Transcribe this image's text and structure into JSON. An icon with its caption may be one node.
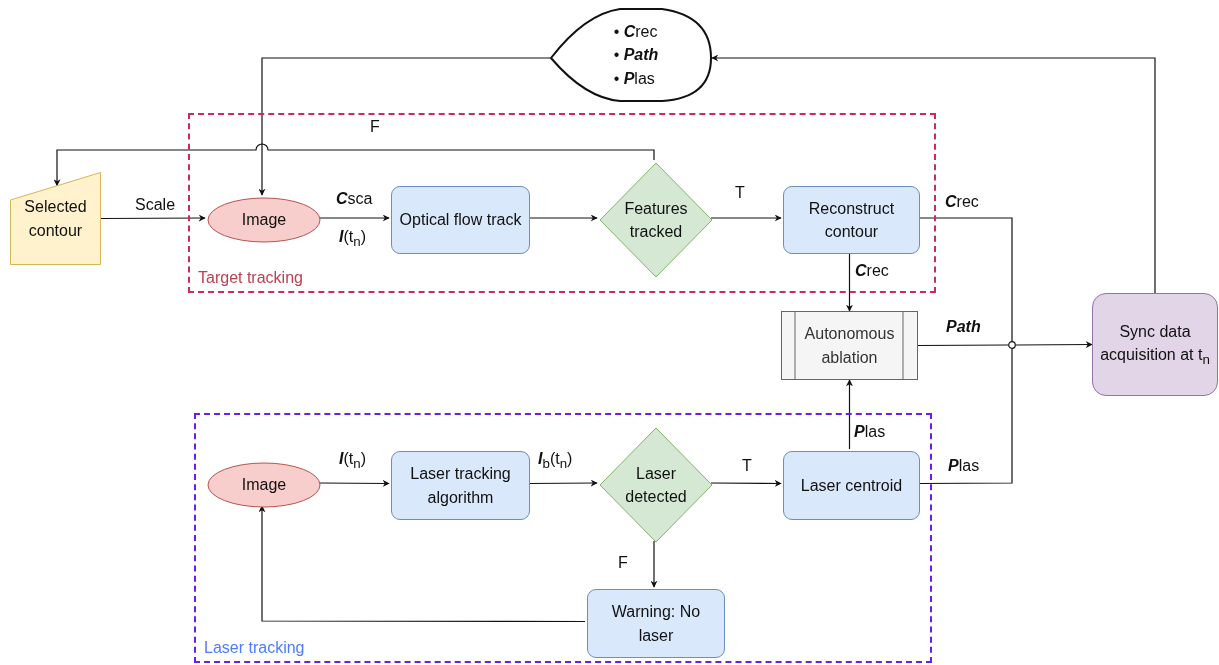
{
  "diagram": {
    "nodes": [
      {
        "text": [
          "Target tracking"
        ]
      },
      {
        "text": [
          "Laser tracking"
        ]
      },
      {
        "text": [
          "• **C**rec",
          "• **Path**",
          "• **P**las"
        ]
      },
      {
        "text": [
          "Selected contour"
        ]
      },
      {
        "text": [
          "Image"
        ],
        "in": 0
      },
      {
        "text": [
          "Optical flow track"
        ],
        "in": 0
      },
      {
        "text": [
          "Features tracked"
        ],
        "in": 0
      },
      {
        "text": [
          "Reconstruct contour"
        ],
        "in": 0
      },
      {
        "text": [
          "Autonomous ablation"
        ]
      },
      {
        "text": [
          "Sync data acquisition at t$_{n}$"
        ]
      },
      {
        "text": [
          "Image"
        ],
        "in": 1
      },
      {
        "text": [
          "Laser tracking algorithm"
        ],
        "in": 1
      },
      {
        "text": [
          "Laser detected"
        ],
        "in": 1
      },
      {
        "text": [
          "Laser centroid"
        ],
        "in": 1
      },
      {
        "text": [
          "Warning: No laser"
        ],
        "in": 1
      },
      {
        "text": [],
        "shape": "circle"
      }
    ],
    "edges": [
      {
        "from": 3,
        "to": 4,
        "arrow": "to",
        "label": "Scale"
      },
      {
        "from": 4,
        "to": 5,
        "arrow": "to",
        "label": "**C**sca"
      },
      {
        "from": 5,
        "to": 6,
        "arrow": "to"
      },
      {
        "from": 6,
        "to": 7,
        "arrow": "to",
        "label": "T"
      },
      {
        "from": 6,
        "to": 3,
        "arrow": "to",
        "label": "F"
      },
      {
        "from": 2,
        "to": 4,
        "arrow": "to"
      },
      {
        "from": 7,
        "to": 8,
        "arrow": "to",
        "label": "**C**rec"
      },
      {
        "from": 7,
        "to": 15,
        "arrow": "none",
        "label": "**C**rec"
      },
      {
        "from": 8,
        "to": 15,
        "arrow": "none",
        "label": "**Path**"
      },
      {
        "from": 13,
        "to": 15,
        "arrow": "none",
        "label": "**P**las"
      },
      {
        "from": 15,
        "to": 9,
        "arrow": "to"
      },
      {
        "from": 9,
        "to": 2,
        "arrow": "to"
      },
      {
        "from": 10,
        "to": 11,
        "arrow": "to",
        "label": "**I**(t$_{n}$)"
      },
      {
        "from": 11,
        "to": 12,
        "arrow": "to",
        "label": "**I**$_{b}$(t$_{n}$)"
      },
      {
        "from": 12,
        "to": 13,
        "arrow": "to",
        "label": "T"
      },
      {
        "from": 12,
        "to": 14,
        "arrow": "to",
        "label": "F"
      },
      {
        "from": 14,
        "to": 10,
        "arrow": "to"
      },
      {
        "from": 13,
        "to": 8,
        "arrow": "to",
        "label": "**P**las"
      }
    ],
    "labels": [
      "**I**(t$_{n}$)"
    ]
  }
}
